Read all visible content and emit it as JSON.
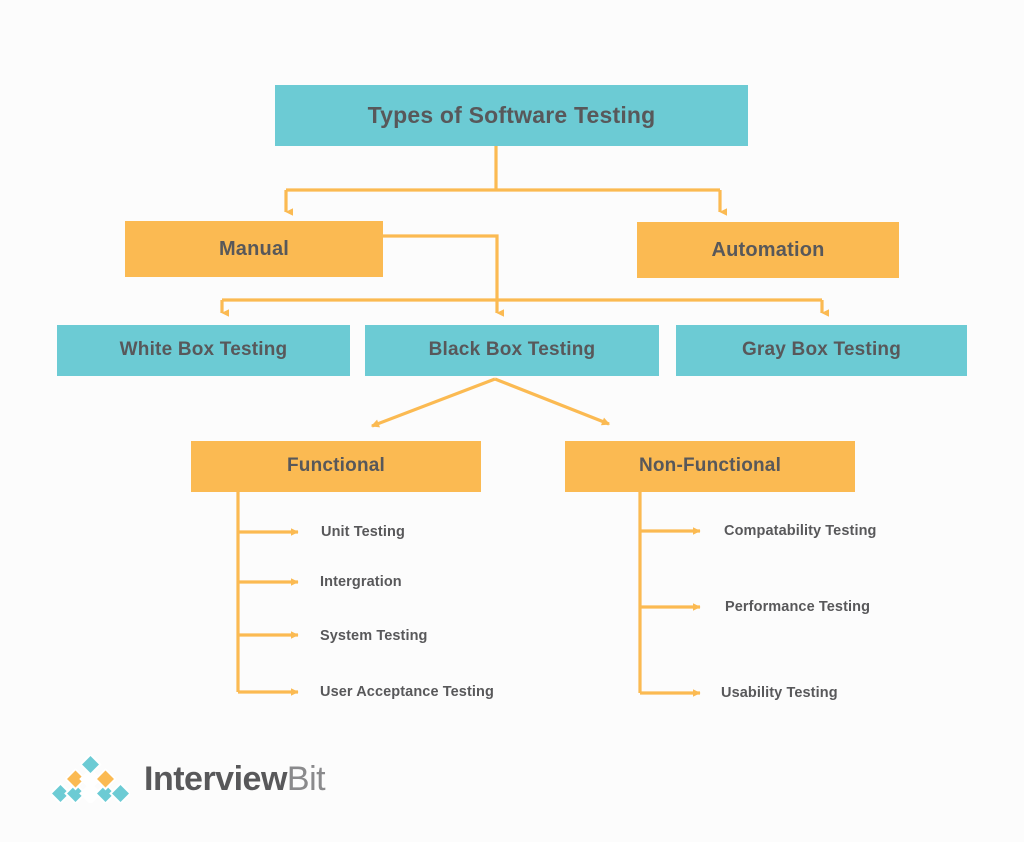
{
  "meta": {
    "diagram_title": "Types of Software Testing"
  },
  "colors": {
    "teal": "#6ccbd4",
    "orange": "#fbba52",
    "text_gray": "#58585a",
    "connector": "#fbba52",
    "background": "#fcfcfc",
    "logo_text_dark": "#58585a",
    "logo_text_light": "#8a8a8c"
  },
  "nodes": {
    "root": {
      "label": "Types of Software Testing",
      "color": "teal"
    },
    "level2": [
      {
        "label": "Manual",
        "color": "orange"
      },
      {
        "label": "Automation",
        "color": "orange"
      }
    ],
    "level3": [
      {
        "label": "White Box Testing",
        "color": "teal"
      },
      {
        "label": "Black Box Testing",
        "color": "teal"
      },
      {
        "label": "Gray Box Testing",
        "color": "teal"
      }
    ],
    "level4": [
      {
        "label": "Functional",
        "color": "orange"
      },
      {
        "label": "Non-Functional",
        "color": "orange"
      }
    ]
  },
  "leaves": {
    "functional": [
      "Unit Testing",
      "Intergration",
      "System Testing",
      "User Acceptance Testing"
    ],
    "non_functional": [
      "Compatability Testing",
      "Performance Testing",
      "Usability Testing"
    ]
  },
  "logo": {
    "mark": "interviewbit-diamond-pyramid-icon",
    "text_primary": "Interview",
    "text_secondary": "Bit",
    "diamond_rows": [
      [
        "teal"
      ],
      [
        "orange",
        "white",
        "orange"
      ],
      [
        "teal",
        "teal",
        "white",
        "teal",
        "teal"
      ]
    ]
  }
}
